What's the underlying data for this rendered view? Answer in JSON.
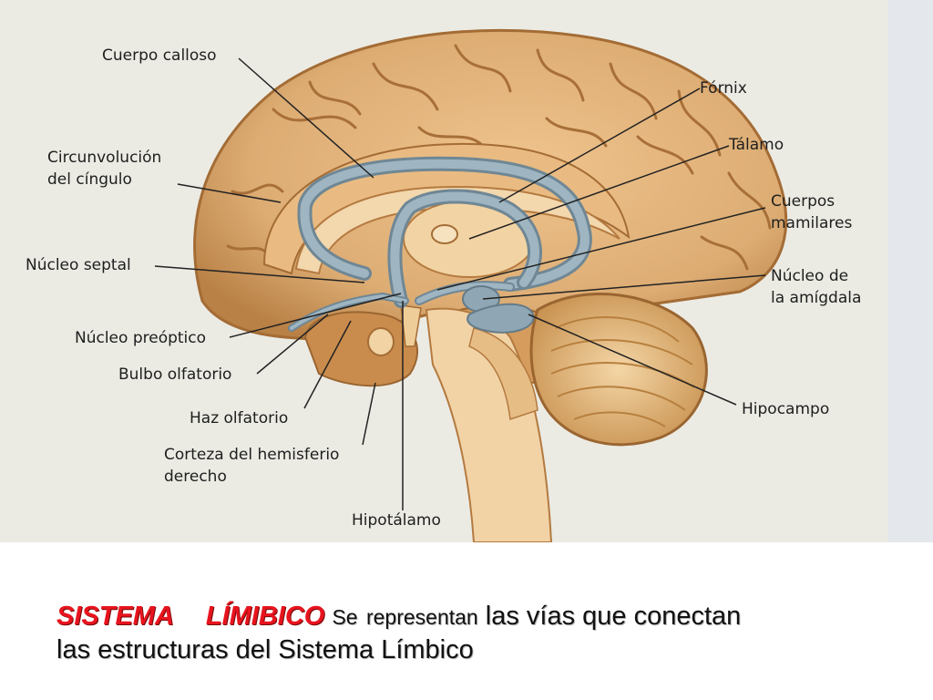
{
  "labels": {
    "cuerpo_calloso": "Cuerpo calloso",
    "circunvolucion_1": "Circunvolución",
    "circunvolucion_2": "del cíngulo",
    "nucleo_septal": "Núcleo septal",
    "nucleo_preoptico": "Núcleo preóptico",
    "bulbo_olfatorio": "Bulbo olfatorio",
    "haz_olfatorio": "Haz olfatorio",
    "corteza_1": "Corteza del hemisferio",
    "corteza_2": "derecho",
    "hipotalamo": "Hipotálamo",
    "fornix": "Fórnix",
    "talamo": "Tálamo",
    "cuerpos_mamilares_1": "Cuerpos",
    "cuerpos_mamilares_2": "mamilares",
    "amigdala_1": "Núcleo de",
    "amigdala_2": "la amígdala",
    "hipocampo": "Hipocampo"
  },
  "caption": {
    "title": "SISTEMA LÍMIBICO",
    "intro": "Se representan",
    "line1_rest": "las vías que conectan",
    "line2": "las estructuras del Sistema Límbico"
  },
  "colors": {
    "title_red": "#e8141e",
    "brain_tan": "#dcac73",
    "limbic_blue": "#8fa6b4",
    "figure_bg": "#ebebe4"
  }
}
